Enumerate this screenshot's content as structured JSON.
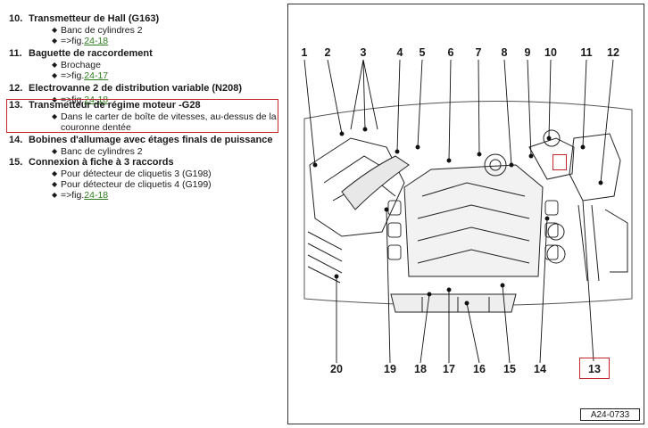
{
  "legend": {
    "entries": [
      {
        "num": "10.",
        "title": "Transmetteur de Hall (G163)",
        "subs": [
          {
            "text": "Banc de cylindres 2"
          },
          {
            "text": "=>fig.",
            "link": "24-18"
          }
        ]
      },
      {
        "num": "11.",
        "title": "Baguette de raccordement",
        "subs": [
          {
            "text": "Brochage"
          },
          {
            "text": "=>fig.",
            "link": "24-17"
          }
        ]
      },
      {
        "num": "12.",
        "title": "Electrovanne 2 de distribution variable (N208)",
        "subs": [
          {
            "text": "=>fig.",
            "link": "24-18"
          }
        ]
      },
      {
        "num": "13.",
        "title": "Transmetteur de régime moteur -G28",
        "subs": [
          {
            "text": "Dans le carter de boîte de vitesses, au-dessus de la"
          },
          {
            "text": "couronne dentée",
            "nobullet": true
          }
        ]
      },
      {
        "num": "14.",
        "title": "Bobines d'allumage avec étages finals de puissance",
        "subs": [
          {
            "text": "Banc de cylindres 2"
          }
        ]
      },
      {
        "num": "15.",
        "title": "Connexion à fiche à 3 raccords",
        "subs": [
          {
            "text": "Pour détecteur de cliquetis 3 (G198)"
          },
          {
            "text": "Pour détecteur de cliquetis 4 (G199)"
          },
          {
            "text": "=>fig.",
            "link": "24-18"
          }
        ]
      }
    ]
  },
  "figure": {
    "top_callouts": [
      "1",
      "2",
      "3",
      "4",
      "5",
      "6",
      "7",
      "8",
      "9",
      "10",
      "11",
      "12"
    ],
    "bottom_callouts": [
      "20",
      "19",
      "18",
      "17",
      "16",
      "15",
      "14",
      "13"
    ],
    "reference": "A24-0733"
  },
  "colors": {
    "highlight": "#c0282c",
    "link": "#2e7d1e"
  }
}
